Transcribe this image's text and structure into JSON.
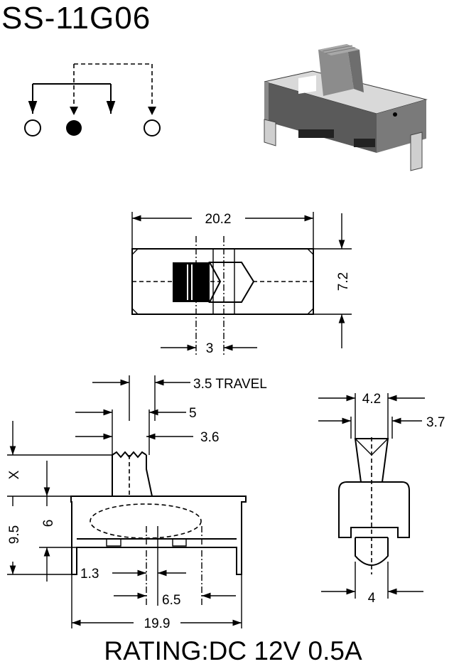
{
  "title": "SS-11G06",
  "rating": "RATING:DC 12V 0.5A",
  "dimensions": {
    "top_width": "20.2",
    "top_height": "7.2",
    "knob_width": "3",
    "travel": "3.5 TRAVEL",
    "knob_top": "5",
    "knob_base": "3.6",
    "height_x": "X",
    "height_total": "9.5",
    "height_body": "6",
    "pin_offset": "1.3",
    "pin_pitch": "6.5",
    "base_width": "19.9",
    "side_top": "4.2",
    "side_knob": "3.7",
    "side_bottom": "4"
  }
}
